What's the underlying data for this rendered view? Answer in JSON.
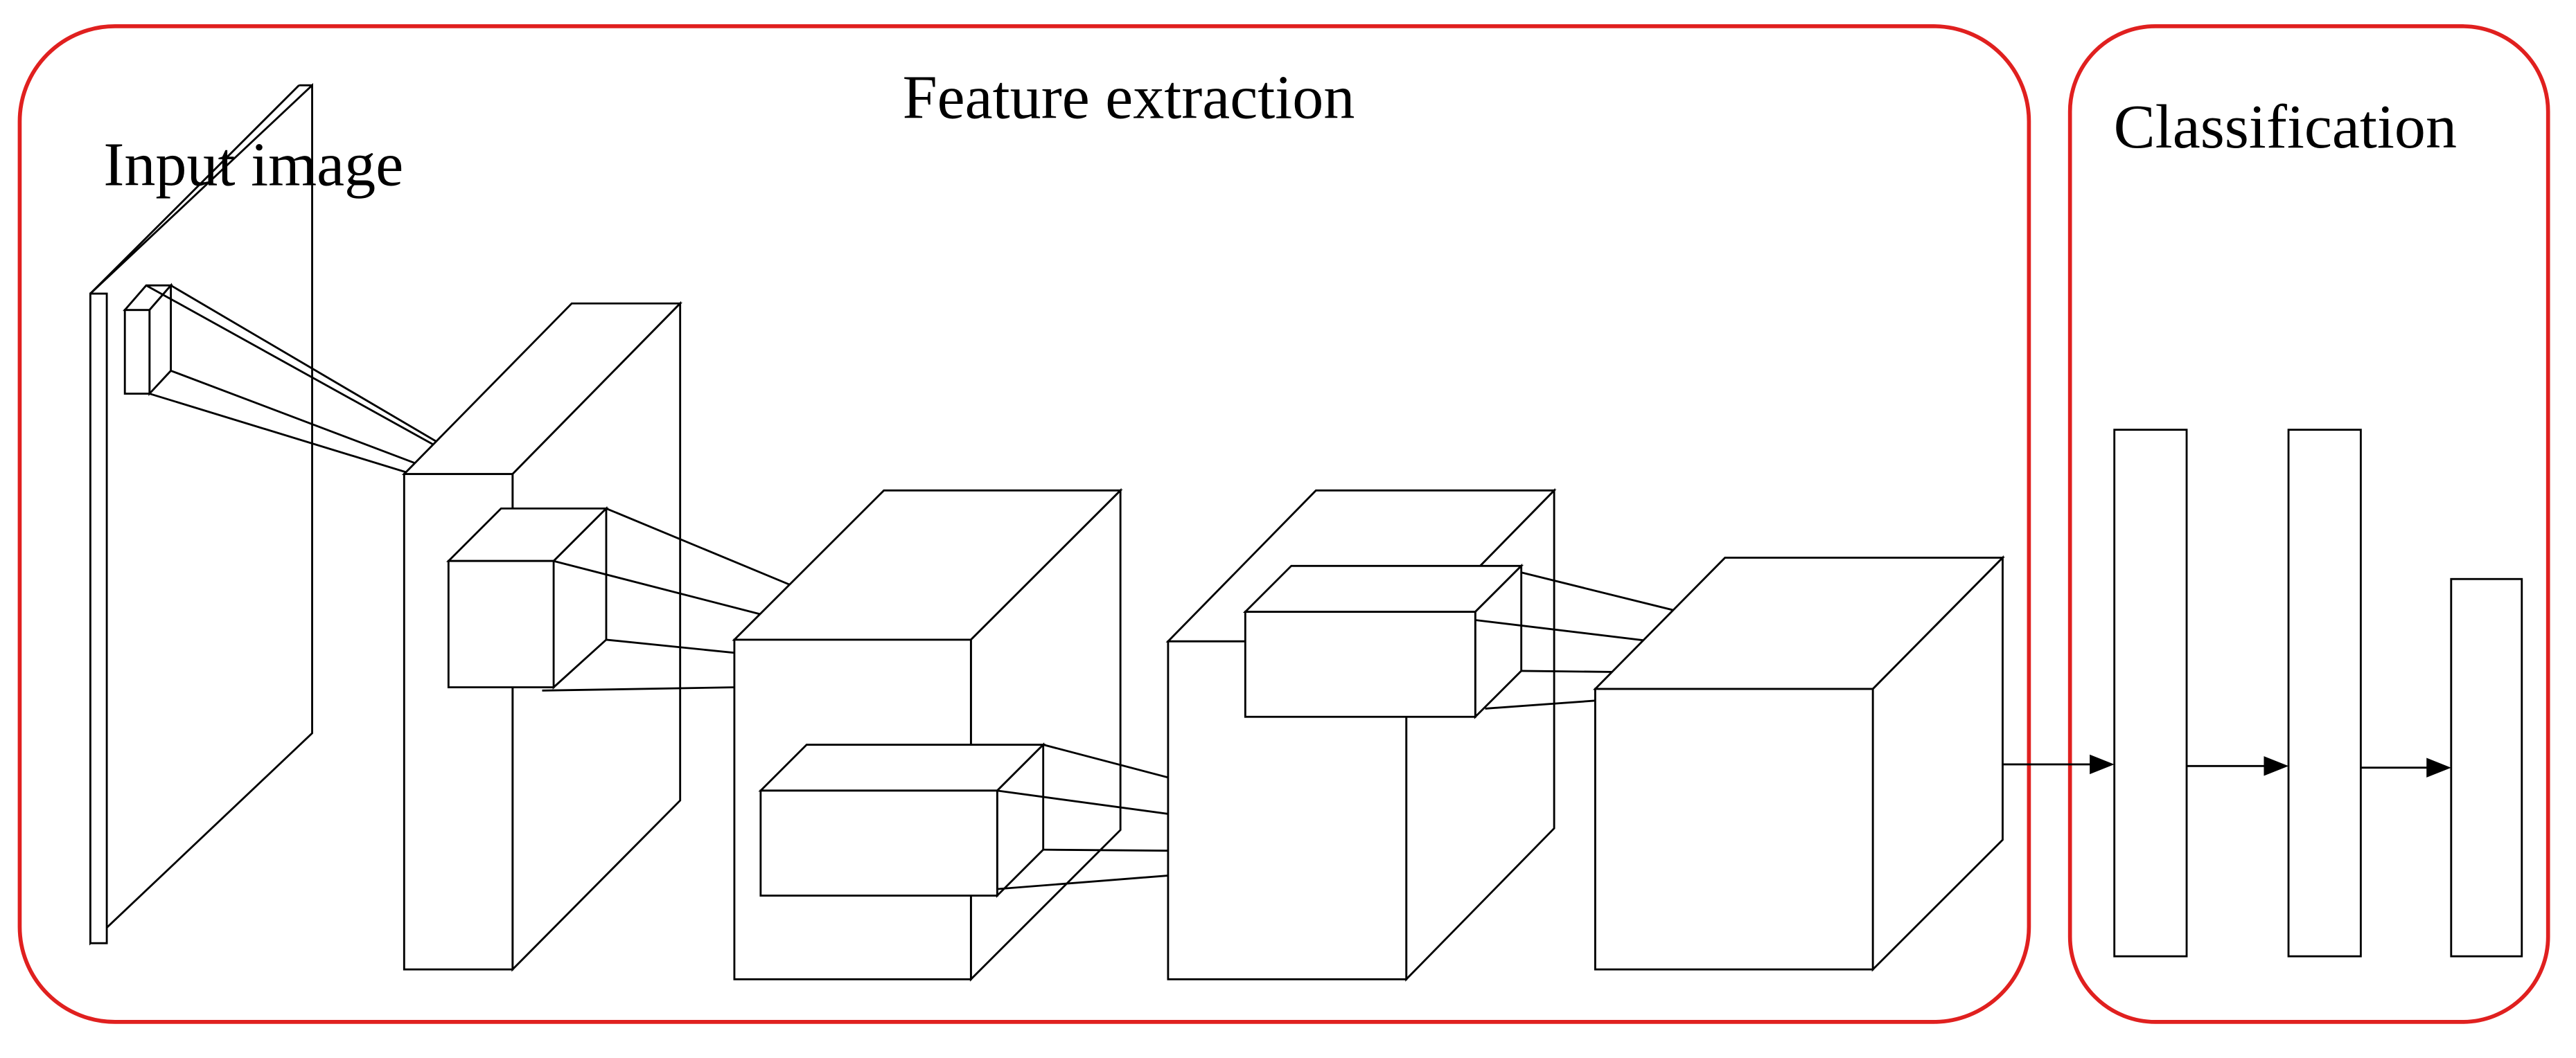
{
  "labels": {
    "feature_extraction": "Feature extraction",
    "classification": "Classification",
    "input_image": "Input image"
  },
  "colors": {
    "region_border": "#e0201f",
    "line": "#000000",
    "background": "#ffffff"
  }
}
